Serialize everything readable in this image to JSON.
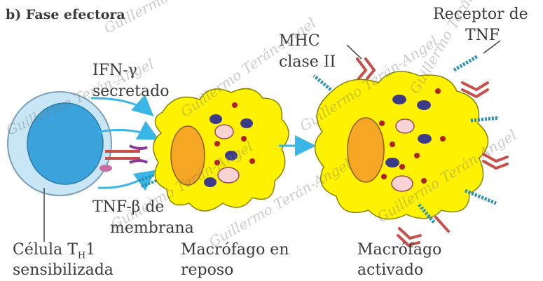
{
  "title": "b) Fase efectora",
  "labels": {
    "ifn_line1": "IFN-γ",
    "ifn_line2": "secretado",
    "tnfb_line1": "TNF-β de",
    "tnfb_line2": "membrana",
    "cell_prefix": "Célula T",
    "cell_sub": "H",
    "cell_suffix": "1",
    "cell_line2": "sensibilizada",
    "resting_line1": "Macrófago en",
    "resting_line2": "reposo",
    "mhc_line1": "MHC",
    "mhc_line2": "clase II",
    "tnfr_line1": "Receptor de",
    "tnfr_line2": "TNF",
    "activated_line1": "Macrófago",
    "activated_line2": "activado"
  },
  "watermark": "Guillermo Terán-Angel",
  "colors": {
    "cell_outer": "#c9e6f6",
    "cell_nucleus": "#3ba3dc",
    "macrophage": "#fff200",
    "nucleus_mac": "#f5a623",
    "arrow": "#39b6e6",
    "receptor_red": "#c8504a",
    "receptor_blue": "#2b8fb3",
    "granule_red": "#b11f1f",
    "granule_dark": "#3b3b8a",
    "mito_fill": "#f7d3d6"
  }
}
